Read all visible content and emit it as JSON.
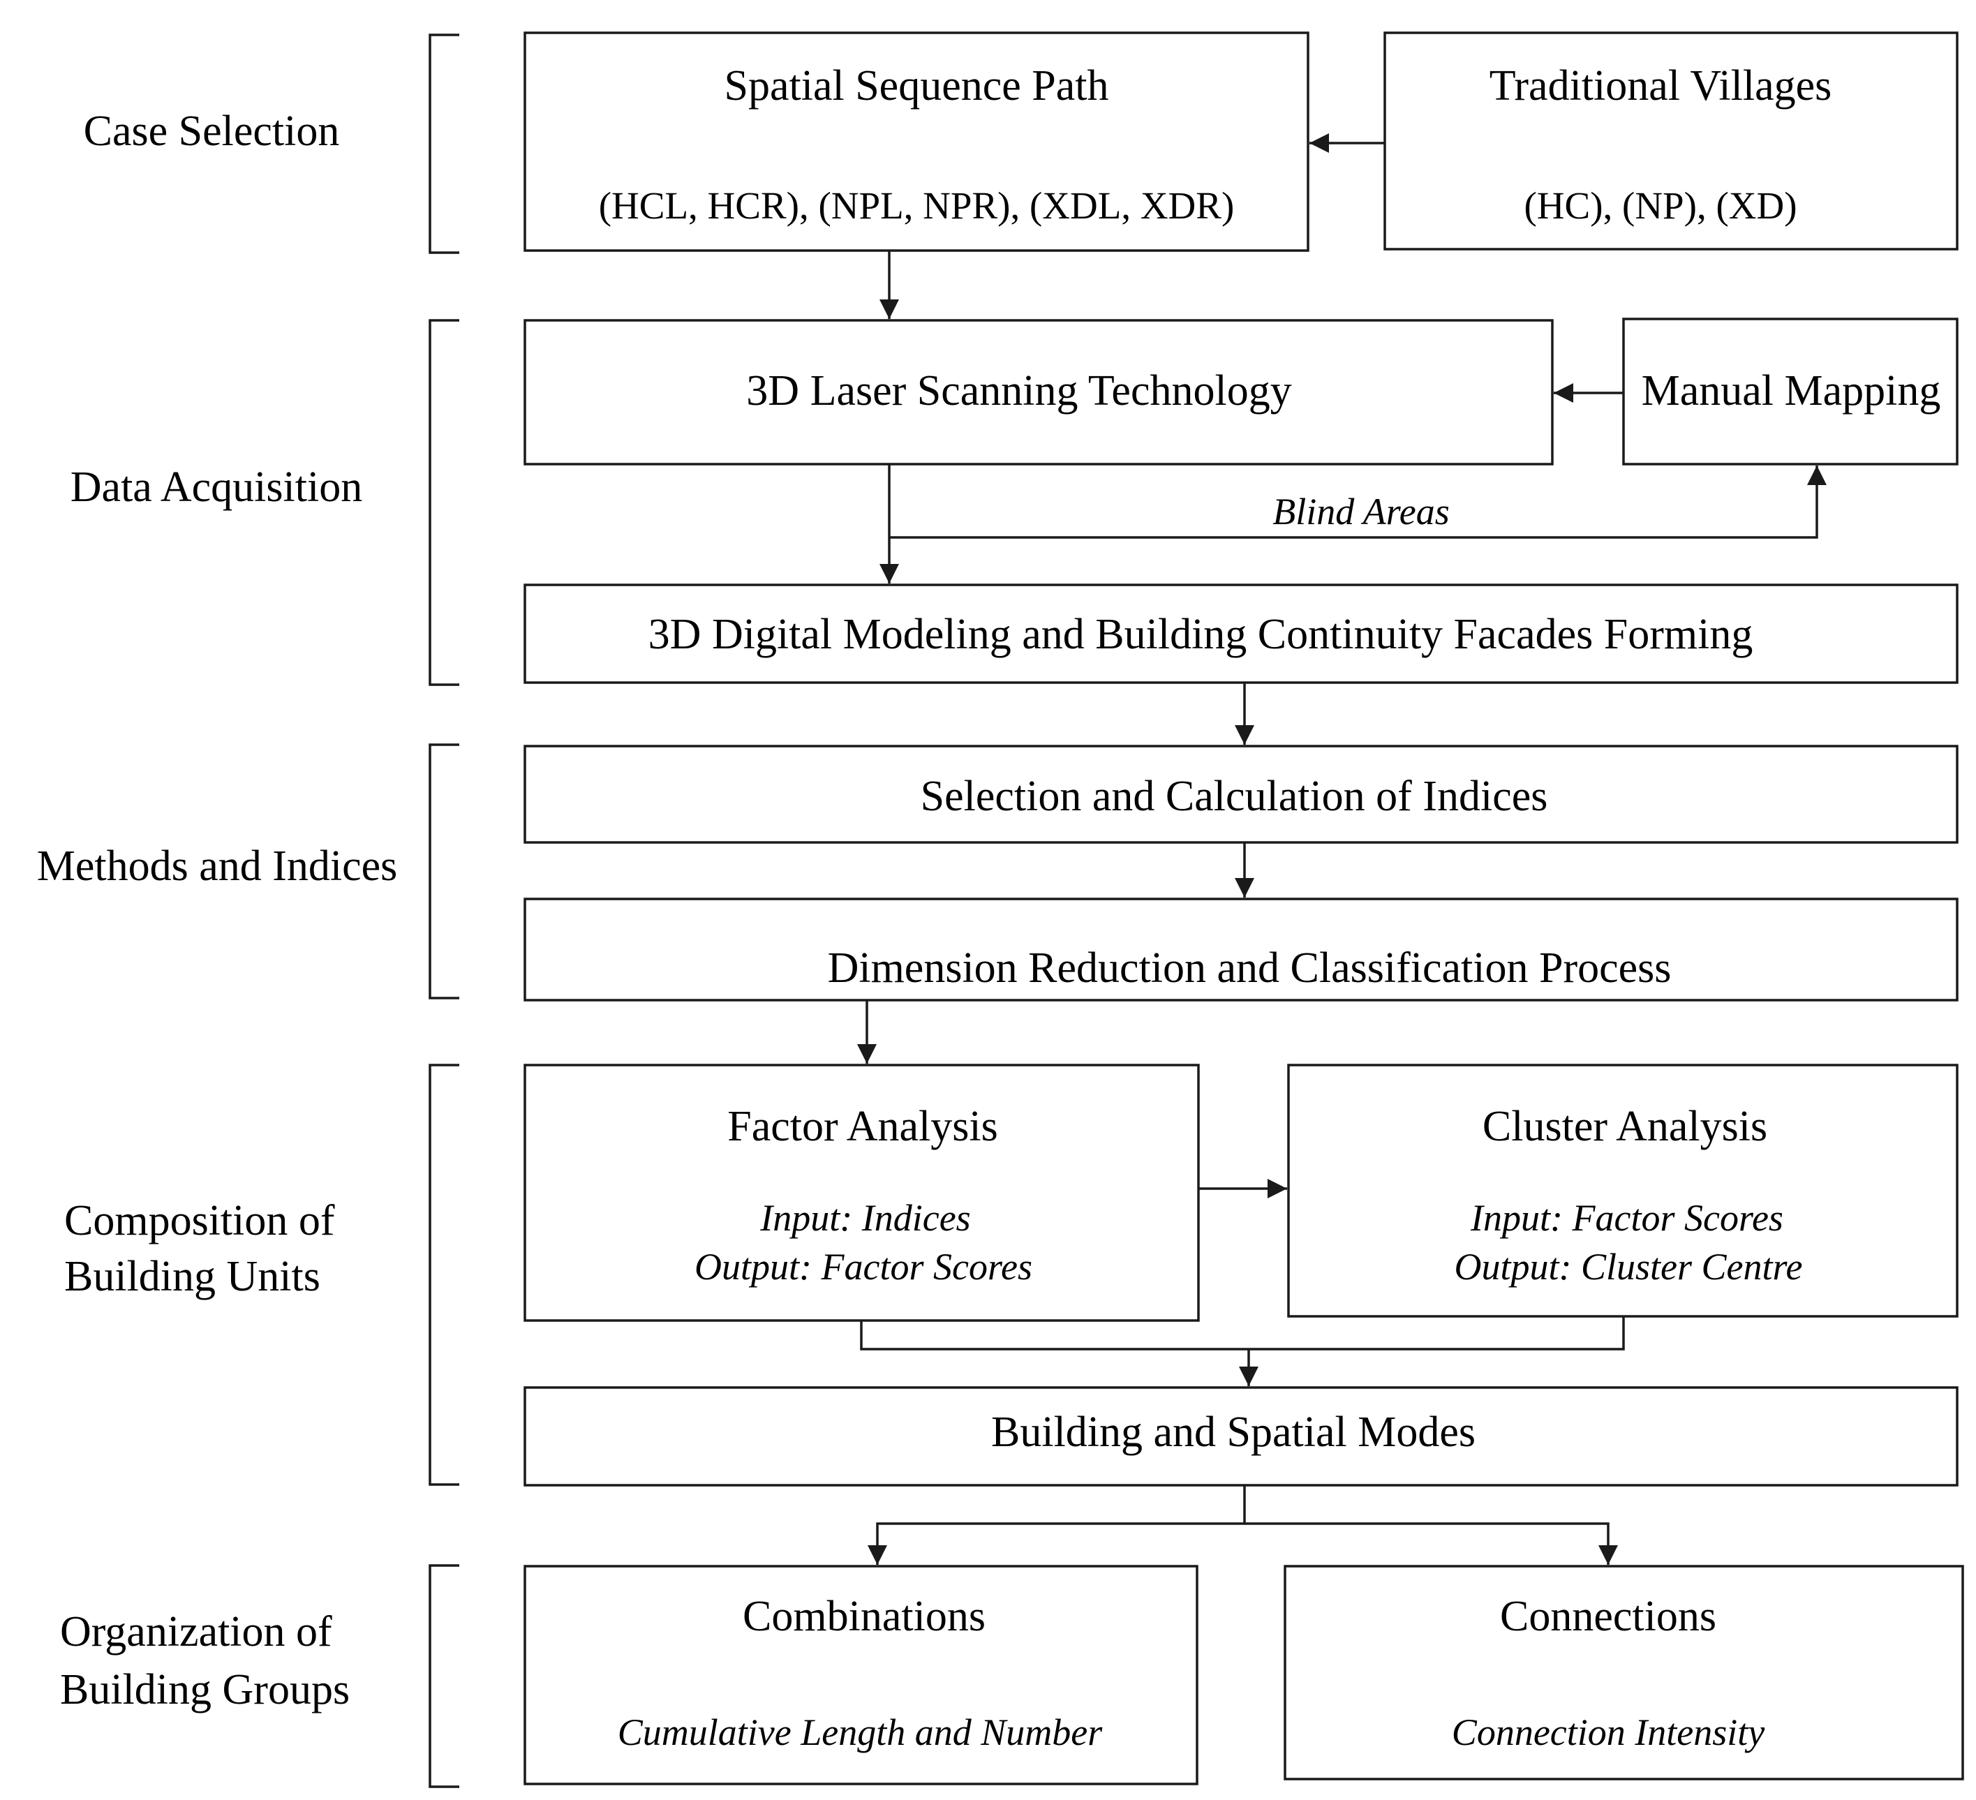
{
  "colors": {
    "line": "#1a1a1a",
    "background": "#ffffff",
    "text": "#000000"
  },
  "phases": [
    {
      "id": "case",
      "lines": [
        "Case Selection"
      ]
    },
    {
      "id": "data",
      "lines": [
        "Data Acquisition"
      ]
    },
    {
      "id": "methods",
      "lines": [
        "Methods and Indices"
      ]
    },
    {
      "id": "composition",
      "lines": [
        "Composition of",
        "Building Units"
      ]
    },
    {
      "id": "organization",
      "lines": [
        "Organization of",
        "Building Groups"
      ]
    }
  ],
  "boxes": {
    "spatial_sequence": {
      "title": "Spatial Sequence Path",
      "detail": "(HCL, HCR), (NPL, NPR), (XDL, XDR)"
    },
    "traditional_villages": {
      "title": "Traditional Villages",
      "detail": "(HC), (NP), (XD)"
    },
    "laser_scanning": {
      "title": "3D Laser Scanning Technology"
    },
    "manual_mapping": {
      "title": "Manual Mapping"
    },
    "digital_modeling": {
      "title": "3D Digital Modeling and Building Continuity Facades Forming"
    },
    "selection_indices": {
      "title": "Selection and Calculation of Indices"
    },
    "dimension_reduction": {
      "title": "Dimension Reduction and Classification Process"
    },
    "factor_analysis": {
      "title": "Factor Analysis",
      "input": "Input: Indices",
      "output": "Output: Factor Scores"
    },
    "cluster_analysis": {
      "title": "Cluster Analysis",
      "input": "Input: Factor Scores",
      "output": "Output: Cluster Centre"
    },
    "building_modes": {
      "title": "Building and Spatial Modes"
    },
    "combinations": {
      "title": "Combinations",
      "detail": "Cumulative Length and Number"
    },
    "connections": {
      "title": "Connections",
      "detail": "Connection Intensity"
    }
  },
  "edge_labels": {
    "blind_areas": "Blind Areas"
  }
}
